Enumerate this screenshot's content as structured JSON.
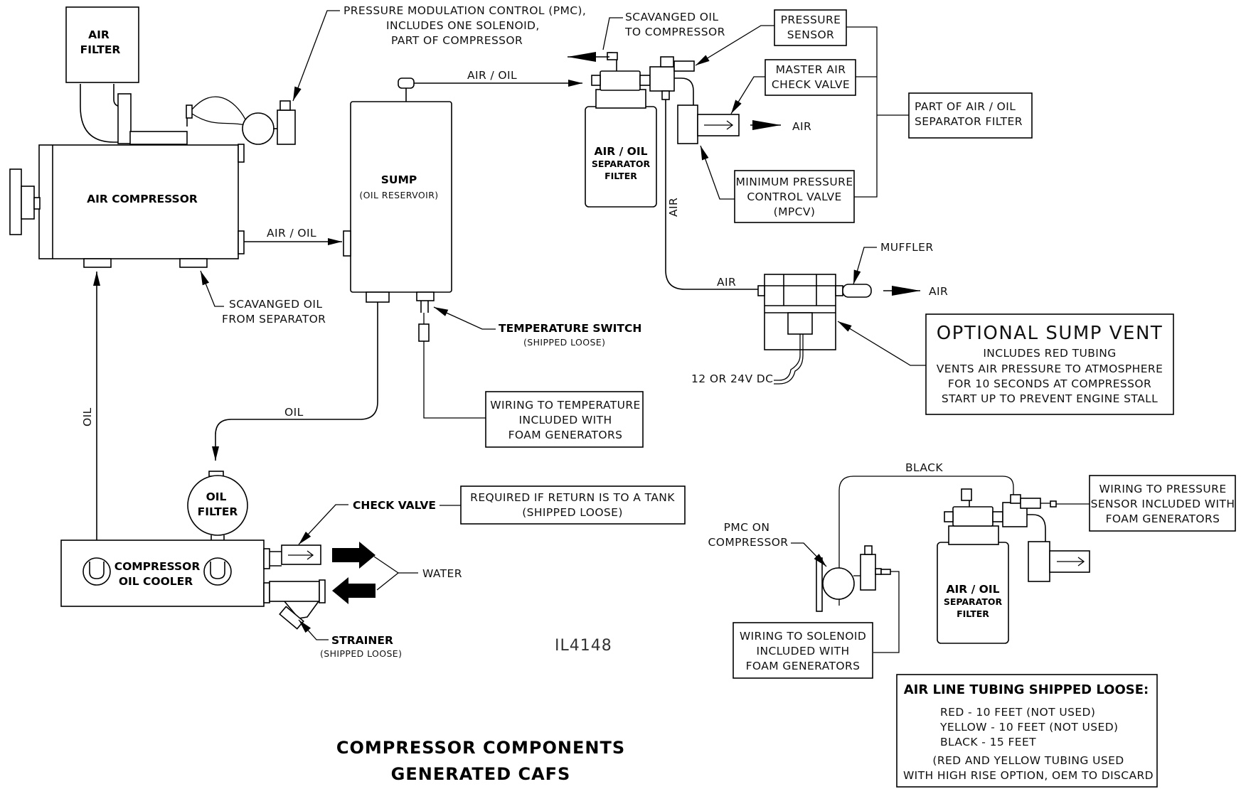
{
  "labels": {
    "air_filter": [
      "AIR",
      "FILTER"
    ],
    "pmc_note": [
      "PRESSURE MODULATION CONTROL (PMC),",
      "INCLUDES ONE SOLENOID,",
      "PART OF COMPRESSOR"
    ],
    "scavanged_oil_to": [
      "SCAVANGED OIL",
      "TO COMPRESSOR"
    ],
    "pressure_sensor": [
      "PRESSURE",
      "SENSOR"
    ],
    "master_air_check_valve": [
      "MASTER AIR",
      "CHECK VALVE"
    ],
    "part_of_separator": [
      "PART OF AIR / OIL",
      "SEPARATOR FILTER"
    ],
    "air_oil": "AIR / OIL",
    "air": "AIR",
    "separator_filter": [
      "AIR / OIL",
      "SEPARATOR",
      "FILTER"
    ],
    "min_pressure_valve": [
      "MINIMUM PRESSURE",
      "CONTROL VALVE",
      "(MPCV)"
    ],
    "air_compressor": "AIR COMPRESSOR",
    "sump": "SUMP",
    "sump_sub": "(OIL RESERVOIR)",
    "scavanged_oil_from": [
      "SCAVANGED OIL",
      "FROM SEPARATOR"
    ],
    "muffler": "MUFFLER",
    "temperature_switch": "TEMPERATURE SWITCH",
    "shipped_loose": "(SHIPPED LOOSE)",
    "optional_sump_vent": "OPTIONAL SUMP VENT",
    "sump_vent_notes": [
      "INCLUDES RED TUBING",
      "VENTS AIR PRESSURE TO ATMOSPHERE",
      "FOR 10 SECONDS AT COMPRESSOR",
      "START UP TO PREVENT ENGINE STALL"
    ],
    "dc_power": "12 OR 24V DC",
    "wiring_temperature": [
      "WIRING TO TEMPERATURE",
      "INCLUDED WITH",
      "FOAM GENERATORS"
    ],
    "oil": "OIL",
    "oil_filter": [
      "OIL",
      "FILTER"
    ],
    "check_valve": "CHECK VALVE",
    "check_valve_note": [
      "REQUIRED IF RETURN IS TO A TANK",
      "(SHIPPED LOOSE)"
    ],
    "compressor_oil_cooler": [
      "COMPRESSOR",
      "OIL COOLER"
    ],
    "water": "WATER",
    "strainer": "STRAINER",
    "drawing_number": "IL4148",
    "black": "BLACK",
    "pmc_on_compressor": [
      "PMC ON",
      "COMPRESSOR"
    ],
    "wiring_pressure_sensor": [
      "WIRING TO PRESSURE",
      "SENSOR INCLUDED WITH",
      "FOAM GENERATORS"
    ],
    "wiring_solenoid": [
      "WIRING TO SOLENOID",
      "INCLUDED WITH",
      "FOAM GENERATORS"
    ],
    "tubing_title": "AIR LINE TUBING SHIPPED LOOSE:",
    "tubing_items": [
      "RED - 10 FEET (NOT USED)",
      "YELLOW - 10 FEET (NOT USED)",
      "BLACK - 15 FEET"
    ],
    "tubing_note": [
      "(RED AND YELLOW TUBING USED",
      "WITH HIGH RISE OPTION, OEM TO DISCARD"
    ],
    "title": [
      "COMPRESSOR COMPONENTS",
      "GENERATED CAFS"
    ]
  }
}
